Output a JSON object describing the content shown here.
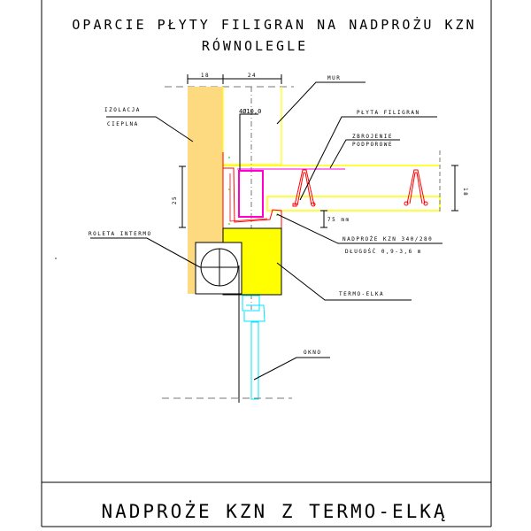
{
  "title": {
    "line1": "OPARCIE  PŁYTY FILIGRAN  NA NADPROŻU  KZN",
    "line2": "RÓWNOLEGLE"
  },
  "dimensions": {
    "insulation_width": "18",
    "wall_width": "24",
    "slab_height": "18",
    "lintel_height": "25",
    "bearing": "75 mm",
    "rebar": "4Ø10,0"
  },
  "labels": {
    "wall": "MUR",
    "insulation_1": "IZOLACJA",
    "insulation_2": "CIEPLNA",
    "slab": "PŁYTA FILIGRAN",
    "reinforcement_1": "ZBROJENIE",
    "reinforcement_2": "PODPOROWE",
    "lintel": "NADPROŻE  KZN 340/280",
    "length": "DŁUGOŚĆ 0,9-3,6 m",
    "roller": "ROLETA INTERMO",
    "termo": "TERMO-ELKA",
    "window": "OKNO"
  },
  "footer": {
    "title": "NADPROŻE KZN Z TERMO-ELKĄ"
  },
  "colors": {
    "insulation": "#FDDA80",
    "termo_elka": "#FFFF00",
    "slab_outline": "#FFFF00",
    "lintel": "#FF0000",
    "stirrup": "#FF00CC",
    "window": "#00E5FF"
  }
}
